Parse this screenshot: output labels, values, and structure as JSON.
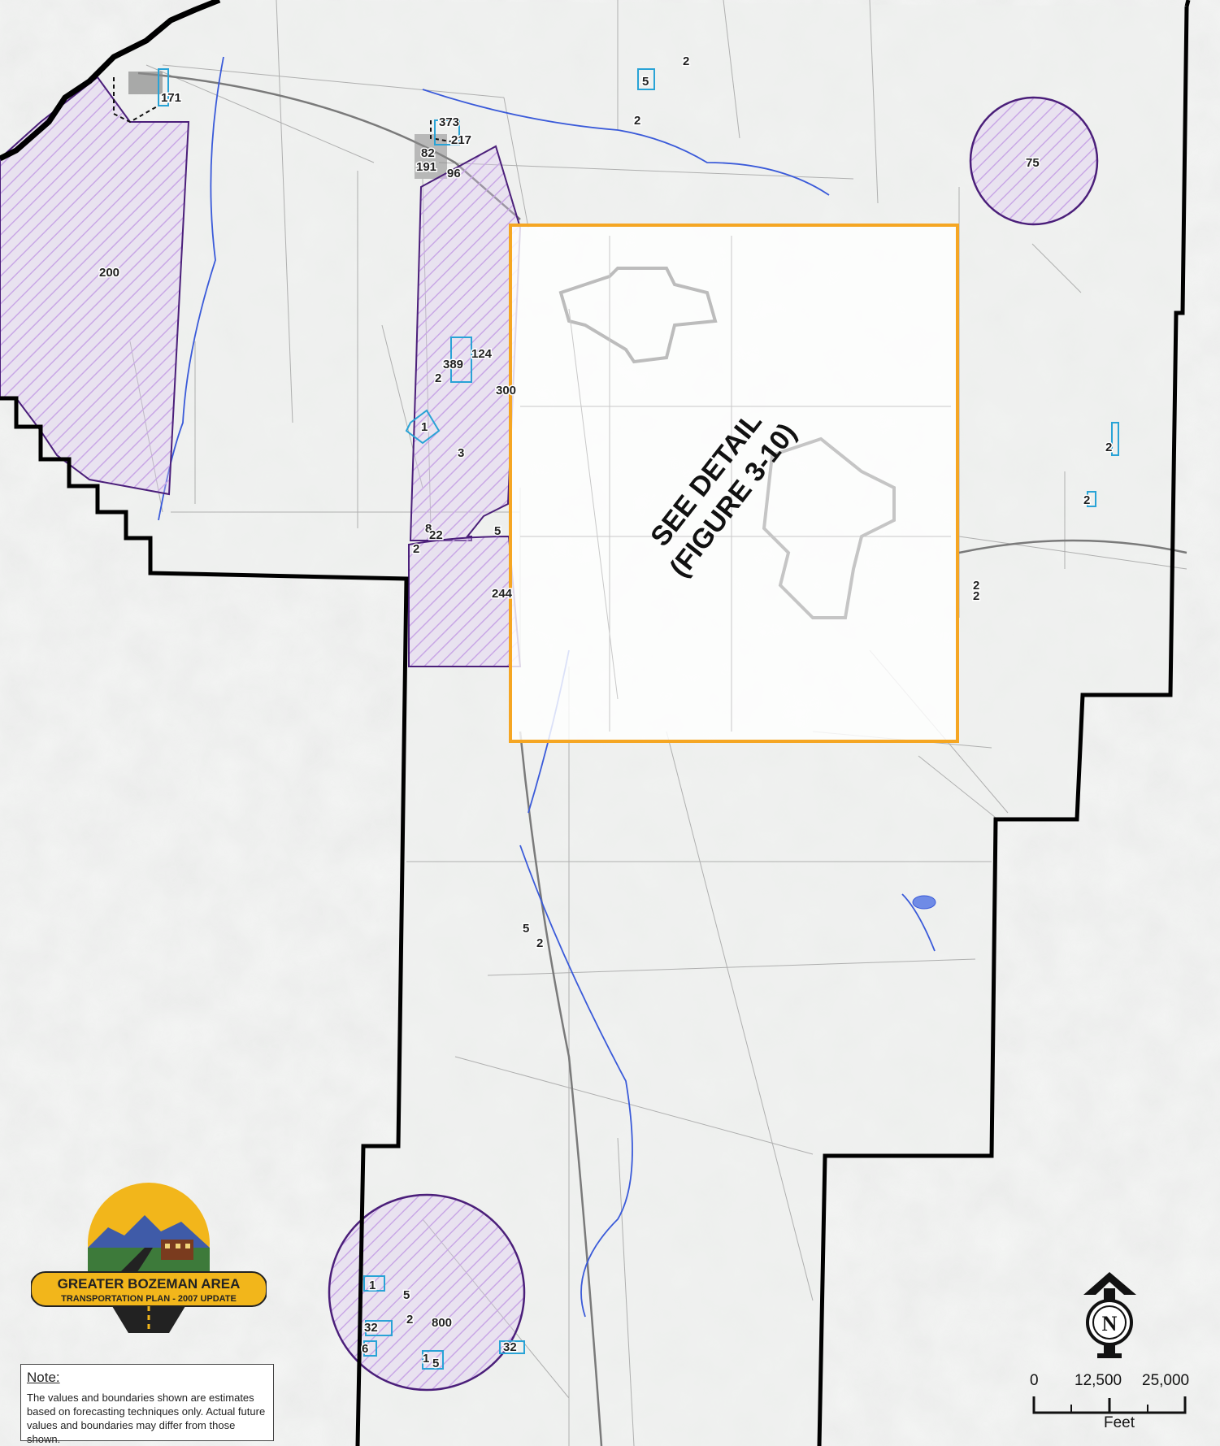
{
  "map": {
    "detail_label_line1": "SEE DETAIL",
    "detail_label_line2": "(FIGURE 3-10)",
    "area_labels": [
      {
        "id": "a171",
        "text": "171"
      },
      {
        "id": "a200",
        "text": "200"
      },
      {
        "id": "a373",
        "text": "373"
      },
      {
        "id": "a217",
        "text": "217"
      },
      {
        "id": "a82",
        "text": "82"
      },
      {
        "id": "a191",
        "text": "191"
      },
      {
        "id": "a96",
        "text": "96"
      },
      {
        "id": "a5n",
        "text": "5"
      },
      {
        "id": "a2n1",
        "text": "2"
      },
      {
        "id": "a2n2",
        "text": "2"
      },
      {
        "id": "a75",
        "text": "75"
      },
      {
        "id": "a124",
        "text": "124"
      },
      {
        "id": "a389",
        "text": "389"
      },
      {
        "id": "a2w",
        "text": "2"
      },
      {
        "id": "a300",
        "text": "300"
      },
      {
        "id": "a1w",
        "text": "1"
      },
      {
        "id": "a3w",
        "text": "3"
      },
      {
        "id": "a8",
        "text": "8"
      },
      {
        "id": "a22",
        "text": "22"
      },
      {
        "id": "a5w",
        "text": "5"
      },
      {
        "id": "a2sw",
        "text": "2"
      },
      {
        "id": "a244",
        "text": "244"
      },
      {
        "id": "a2e1",
        "text": "2"
      },
      {
        "id": "a2e2",
        "text": "2"
      },
      {
        "id": "a2e3",
        "text": "2"
      },
      {
        "id": "a2e4",
        "text": "2"
      },
      {
        "id": "a5s",
        "text": "5"
      },
      {
        "id": "a2s",
        "text": "2"
      },
      {
        "id": "a1s",
        "text": "1"
      },
      {
        "id": "a5s2",
        "text": "5"
      },
      {
        "id": "a2s2",
        "text": "2"
      },
      {
        "id": "a800",
        "text": "800"
      },
      {
        "id": "a32a",
        "text": "32"
      },
      {
        "id": "a6",
        "text": "6"
      },
      {
        "id": "a1s3",
        "text": "1"
      },
      {
        "id": "a5s3",
        "text": "5"
      },
      {
        "id": "a32b",
        "text": "32"
      }
    ]
  },
  "logo": {
    "title": "GREATER BOZEMAN AREA",
    "subtitle": "TRANSPORTATION PLAN - 2007 UPDATE"
  },
  "note": {
    "title": "Note:",
    "text": "The values and boundaries shown are estimates based on forecasting techniques only.  Actual future values and boundaries may differ from those shown."
  },
  "scale_bar": {
    "tick0": "0",
    "tick1": "12,500",
    "tick2": "25,000",
    "unit": "Feet"
  },
  "north_arrow": {
    "letter": "N"
  },
  "colors": {
    "boundary": "#000000",
    "zone_outline": "#4b1f7a",
    "zone_hatch": "#c9a7e6",
    "detail_box": "#f5a623",
    "water": "#3a5ad9",
    "parcel_outline": "#29a3d6"
  }
}
